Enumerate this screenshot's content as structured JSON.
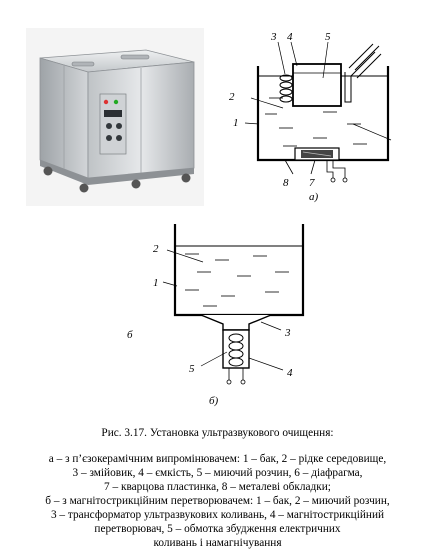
{
  "figure_a": {
    "labels": [
      "1",
      "2",
      "3",
      "4",
      "5",
      "8",
      "7"
    ],
    "sublabel": "а)"
  },
  "figure_b": {
    "labels": [
      "2",
      "1",
      "б",
      "3",
      "5",
      "4"
    ],
    "sublabel": "б)"
  },
  "caption": {
    "title": "Рис. 3.17. Установка ультразвукового очищення:",
    "lines": [
      "а – з п’єзокерамічним випромінювачем: 1 – бак, 2 – рідке середовище,",
      "3 – змійовик, 4 – ємкість, 5 – миючий розчин, 6 – діафрагма,",
      "7 – кварцова пластинка, 8 – металеві обкладки;",
      "б – з магнітострикційним перетворювачем: 1 – бак, 2 – миючий розчин,",
      "3 – трансформатор ультразвукових коливань, 4 – магнітострикційний",
      "перетворювач, 5 – обмотка збудження електричних",
      "коливань і намагнічування"
    ]
  }
}
